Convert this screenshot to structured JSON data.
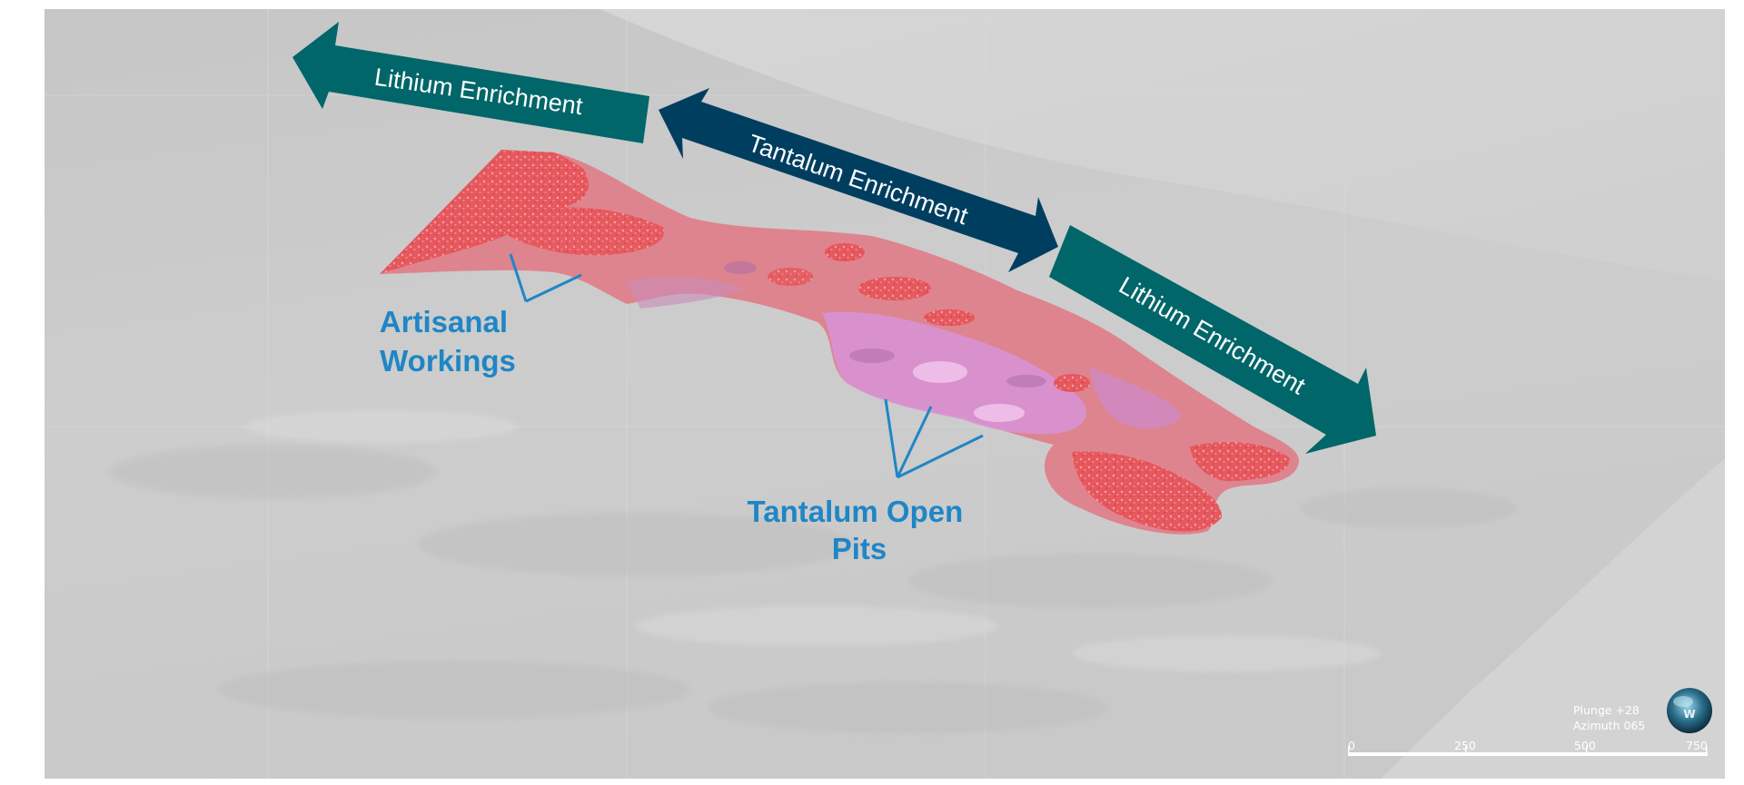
{
  "arrows": {
    "lithium_left": "Lithium Enrichment",
    "tantalum": "Tantalum Enrichment",
    "lithium_right": "Lithium Enrichment"
  },
  "callouts": {
    "artisanal_line1": "Artisanal",
    "artisanal_line2": "Workings",
    "open_pits_line1": "Tantalum Open",
    "open_pits_line2": "Pits"
  },
  "view": {
    "plunge": "Plunge +28",
    "azimuth": "Azimuth 065"
  },
  "scale_bar": {
    "ticks": [
      "0",
      "250",
      "500",
      "750"
    ]
  },
  "colors": {
    "lithium_arrow": "#006669",
    "tantalum_arrow": "#003e60",
    "callout_text": "#1f86c6",
    "enrichment_zone": "#e8575f",
    "pit_zone": "#d88fd6"
  }
}
